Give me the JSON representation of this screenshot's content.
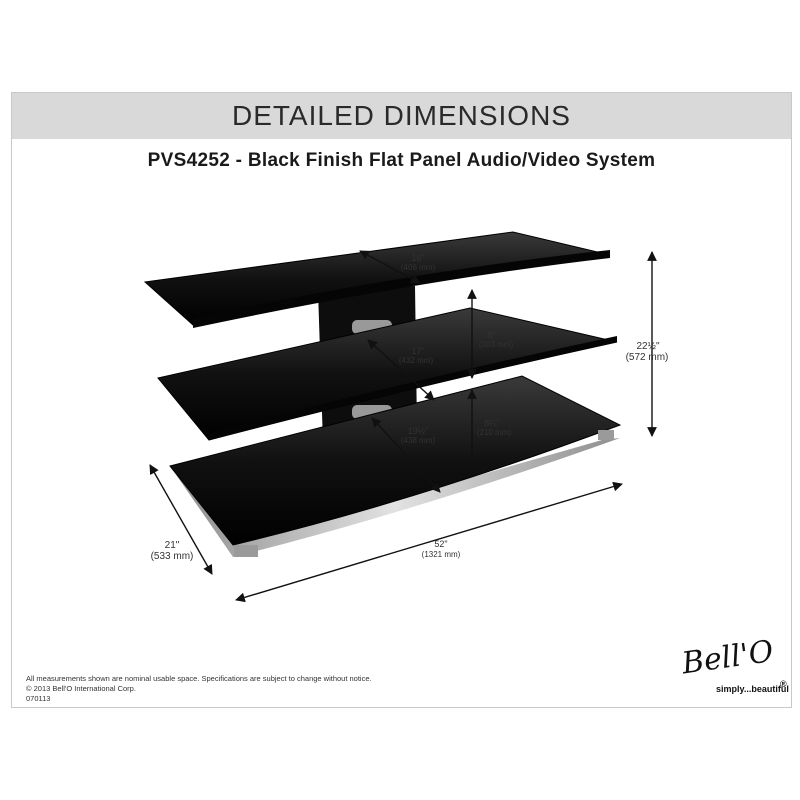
{
  "header": {
    "title": "DETAILED DIMENSIONS"
  },
  "product": {
    "title": "PVS4252 - Black Finish Flat Panel Audio/Video System"
  },
  "dimensions": {
    "top_depth": {
      "imperial": "16\"",
      "metric": "(406 mm)"
    },
    "mid_shelf_gap": {
      "imperial": "8\"",
      "metric": "(203 mm)"
    },
    "mid_depth": {
      "imperial": "17\"",
      "metric": "(432 mm)"
    },
    "height": {
      "imperial": "22½\"",
      "metric": "(572 mm)"
    },
    "low_shelf_gap": {
      "imperial": "8¼\"",
      "metric": "(210 mm)"
    },
    "bottom_depth": {
      "imperial": "19½\"",
      "metric": "(438 mm)"
    },
    "overall_depth": {
      "imperial": "21\"",
      "metric": "(533 mm)"
    },
    "width": {
      "imperial": "52\"",
      "metric": "(1321 mm)"
    }
  },
  "footer": {
    "disclaimer": "All measurements shown are nominal usable space.  Specifications are subject to change without notice.",
    "copyright": "© 2013 Bell'O International Corp.",
    "code": "070113"
  },
  "logo": {
    "signature": "Bell'O",
    "tagline": "simply...beautiful",
    "mark": "®"
  },
  "colors": {
    "header_band": "#d9d9d9",
    "glass": "#1b1b1b",
    "metal": "#b9b9b9"
  }
}
